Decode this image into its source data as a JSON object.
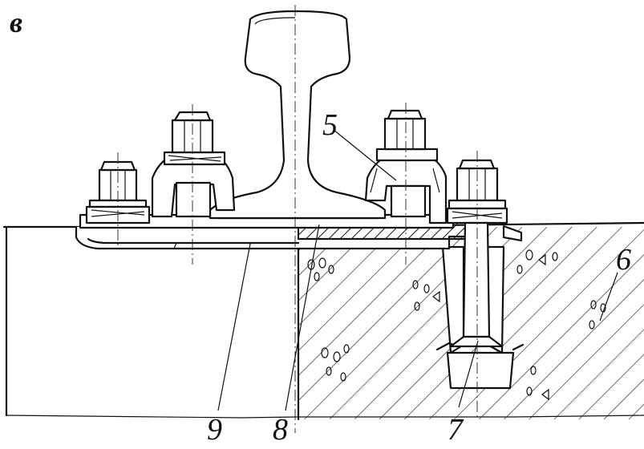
{
  "figure": {
    "panel_letter": "в",
    "callouts": {
      "label_5": "5",
      "label_6": "6",
      "label_7": "7",
      "label_8": "8",
      "label_9": "9"
    }
  }
}
